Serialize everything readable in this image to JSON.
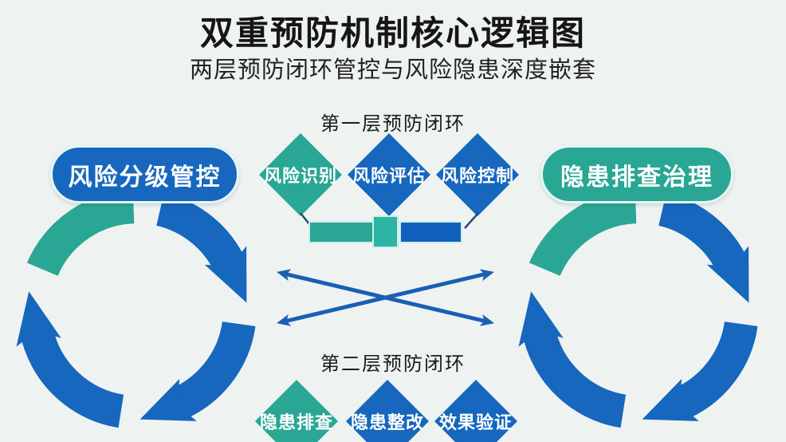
{
  "title": "双重预防机制核心逻辑图",
  "subtitle": "两层预防闭环管控与风险隐患深度嵌套",
  "cycles": {
    "left": {
      "label": "风险分级管控"
    },
    "right": {
      "label": "隐患排查治理"
    }
  },
  "layers": {
    "first": {
      "label": "第一层预防闭环",
      "steps": [
        "风险识别",
        "风险评估",
        "风险控制"
      ]
    },
    "second": {
      "label": "第二层预防闭环",
      "steps": [
        "隐患排查",
        "隐患整改",
        "效果验证"
      ]
    }
  },
  "colors": {
    "bg": "#eef3f1",
    "blue": "#1667bd",
    "teal": "#29a794",
    "teal_bright": "#2cb5a4",
    "bar_blue": "#1160bd",
    "arrow_blue": "#1a5fb4",
    "connector": "#2a4a7a",
    "text_dark": "#161616",
    "pill_border": "#e6f8f6",
    "white": "#ffffff"
  }
}
